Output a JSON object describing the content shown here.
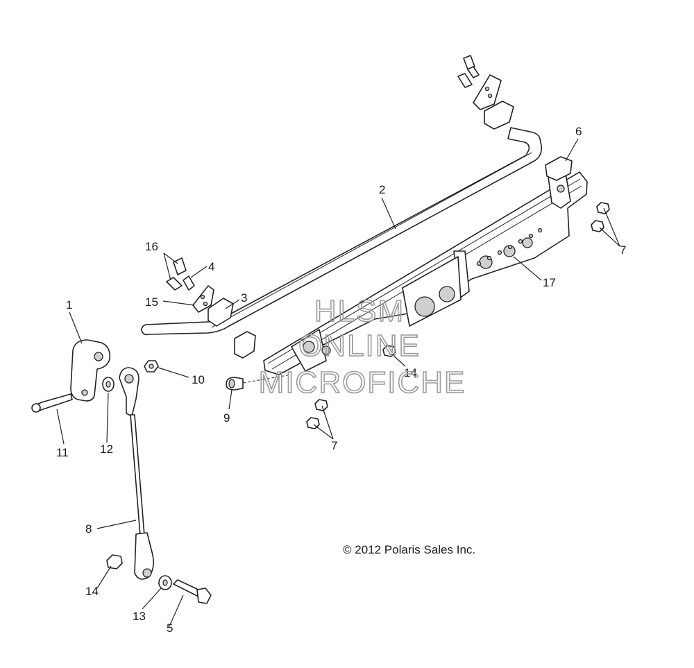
{
  "diagram": {
    "copyright": "© 2012 Polaris Sales Inc.",
    "watermark": {
      "line1": "HLSM",
      "line2": "ONLINE",
      "line3": "MICROFICHE"
    },
    "callouts": [
      {
        "id": "c1",
        "label": "1"
      },
      {
        "id": "c2",
        "label": "2"
      },
      {
        "id": "c3",
        "label": "3"
      },
      {
        "id": "c4",
        "label": "4"
      },
      {
        "id": "c5",
        "label": "5"
      },
      {
        "id": "c6",
        "label": "6"
      },
      {
        "id": "c7a",
        "label": "7"
      },
      {
        "id": "c7b",
        "label": "7"
      },
      {
        "id": "c8",
        "label": "8"
      },
      {
        "id": "c9",
        "label": "9"
      },
      {
        "id": "c10",
        "label": "10"
      },
      {
        "id": "c11",
        "label": "11"
      },
      {
        "id": "c12",
        "label": "12"
      },
      {
        "id": "c13",
        "label": "13"
      },
      {
        "id": "c14a",
        "label": "14"
      },
      {
        "id": "c14b",
        "label": "14"
      },
      {
        "id": "c15",
        "label": "15"
      },
      {
        "id": "c16",
        "label": "16"
      },
      {
        "id": "c17",
        "label": "17"
      }
    ]
  }
}
